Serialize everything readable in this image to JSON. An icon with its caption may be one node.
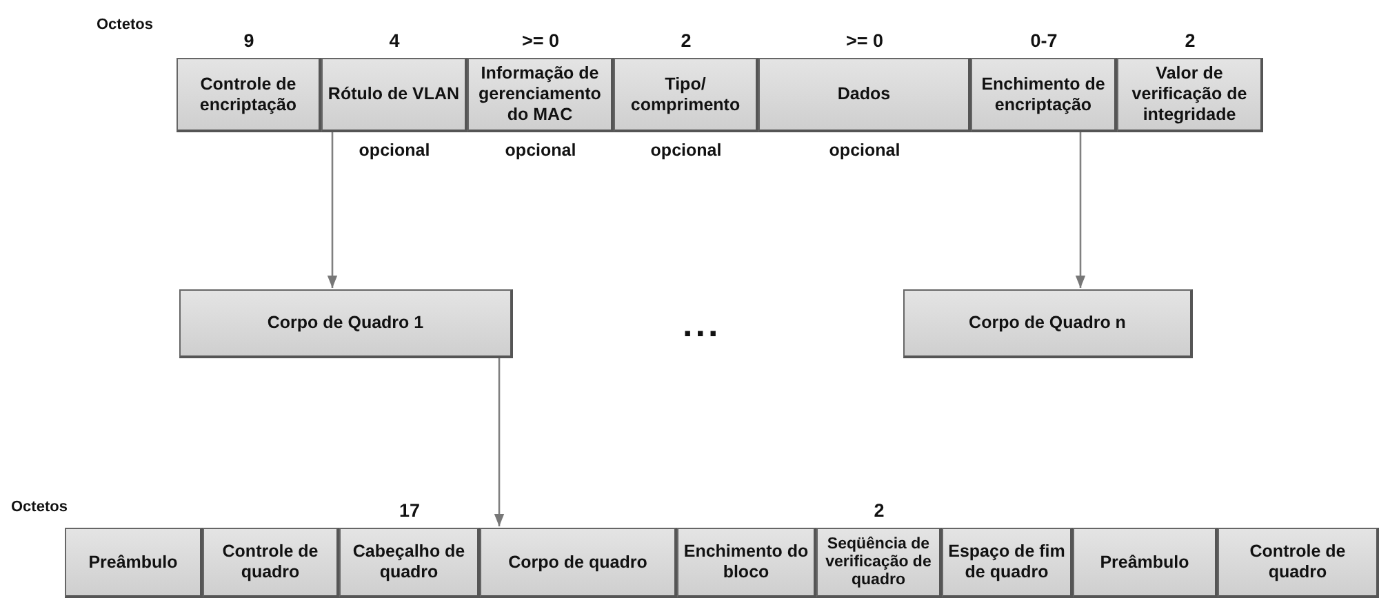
{
  "diagram": {
    "nodes": [
      {
        "text": [
          "Controle de encriptação"
        ],
        "beside": [
          "9"
        ]
      },
      {
        "text": [
          "Rótulo de VLAN"
        ],
        "beside": [
          "4",
          "opcional"
        ]
      },
      {
        "text": [
          "Informação de gerenciamento do MAC"
        ],
        "beside": [
          ">= 0",
          "opcional"
        ]
      },
      {
        "text": [
          "Tipo/ comprimento"
        ],
        "beside": [
          "2",
          "opcional"
        ]
      },
      {
        "text": [
          "Dados"
        ],
        "beside": [
          ">= 0",
          "opcional"
        ]
      },
      {
        "text": [
          "Enchimento de encriptação"
        ],
        "beside": [
          "0-7"
        ]
      },
      {
        "text": [
          "Valor de verificação de integridade"
        ],
        "beside": [
          "2"
        ]
      },
      {
        "text": [
          "Corpo de Quadro 1"
        ]
      },
      {
        "text": [
          "Corpo de Quadro n"
        ]
      },
      {
        "text": [
          "Preâmbulo"
        ]
      },
      {
        "text": [
          "Controle de quadro"
        ]
      },
      {
        "text": [
          "Cabeçalho de quadro"
        ],
        "beside": [
          "17"
        ]
      },
      {
        "text": [
          "Corpo de quadro"
        ]
      },
      {
        "text": [
          "Enchimento do bloco"
        ]
      },
      {
        "text": [
          "Seqüência de verificação de quadro"
        ],
        "beside": [
          "2"
        ]
      },
      {
        "text": [
          "Espaço de fim de quadro"
        ]
      },
      {
        "text": [
          "Preâmbulo"
        ]
      },
      {
        "text": [
          "Controle de quadro"
        ]
      }
    ],
    "edges": [
      {
        "from": 1,
        "to": 7,
        "arrow": "to"
      },
      {
        "from": 5,
        "to": 8,
        "arrow": "to"
      },
      {
        "from": 7,
        "to": 12,
        "arrow": "to"
      }
    ],
    "labels": [
      "Octetos",
      "...",
      "Octetos"
    ]
  }
}
